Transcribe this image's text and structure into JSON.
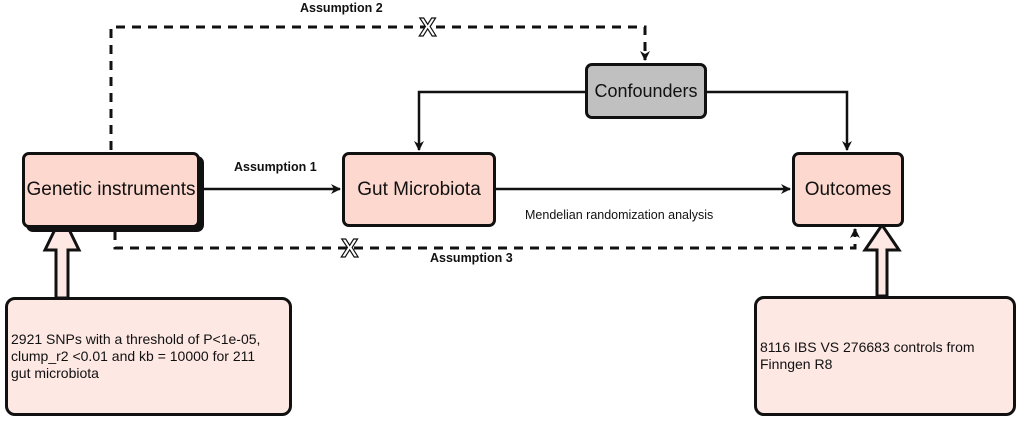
{
  "nodes": {
    "genetic_instruments": "Genetic instruments",
    "gut_microbiota": "Gut Microbiota",
    "confounders": "Confounders",
    "outcomes": "Outcomes"
  },
  "notes": {
    "exposure_source": "2921 SNPs with a threshold of P<1e-05, clump_r2 <0.01 and kb = 10000 for 211 gut microbiota",
    "outcome_source": "8116 IBS VS 276683 controls from Finngen R8"
  },
  "edge_labels": {
    "assumption_1": "Assumption 1",
    "assumption_2": "Assumption 2",
    "assumption_3": "Assumption 3",
    "mr_analysis": "Mendelian randomization analysis"
  },
  "marks": {
    "blocked": "X"
  },
  "colors": {
    "node_fill": "#fdd8cf",
    "confounder_fill": "#c0c0c0",
    "note_fill": "#fde8e4",
    "stroke": "#111111"
  }
}
